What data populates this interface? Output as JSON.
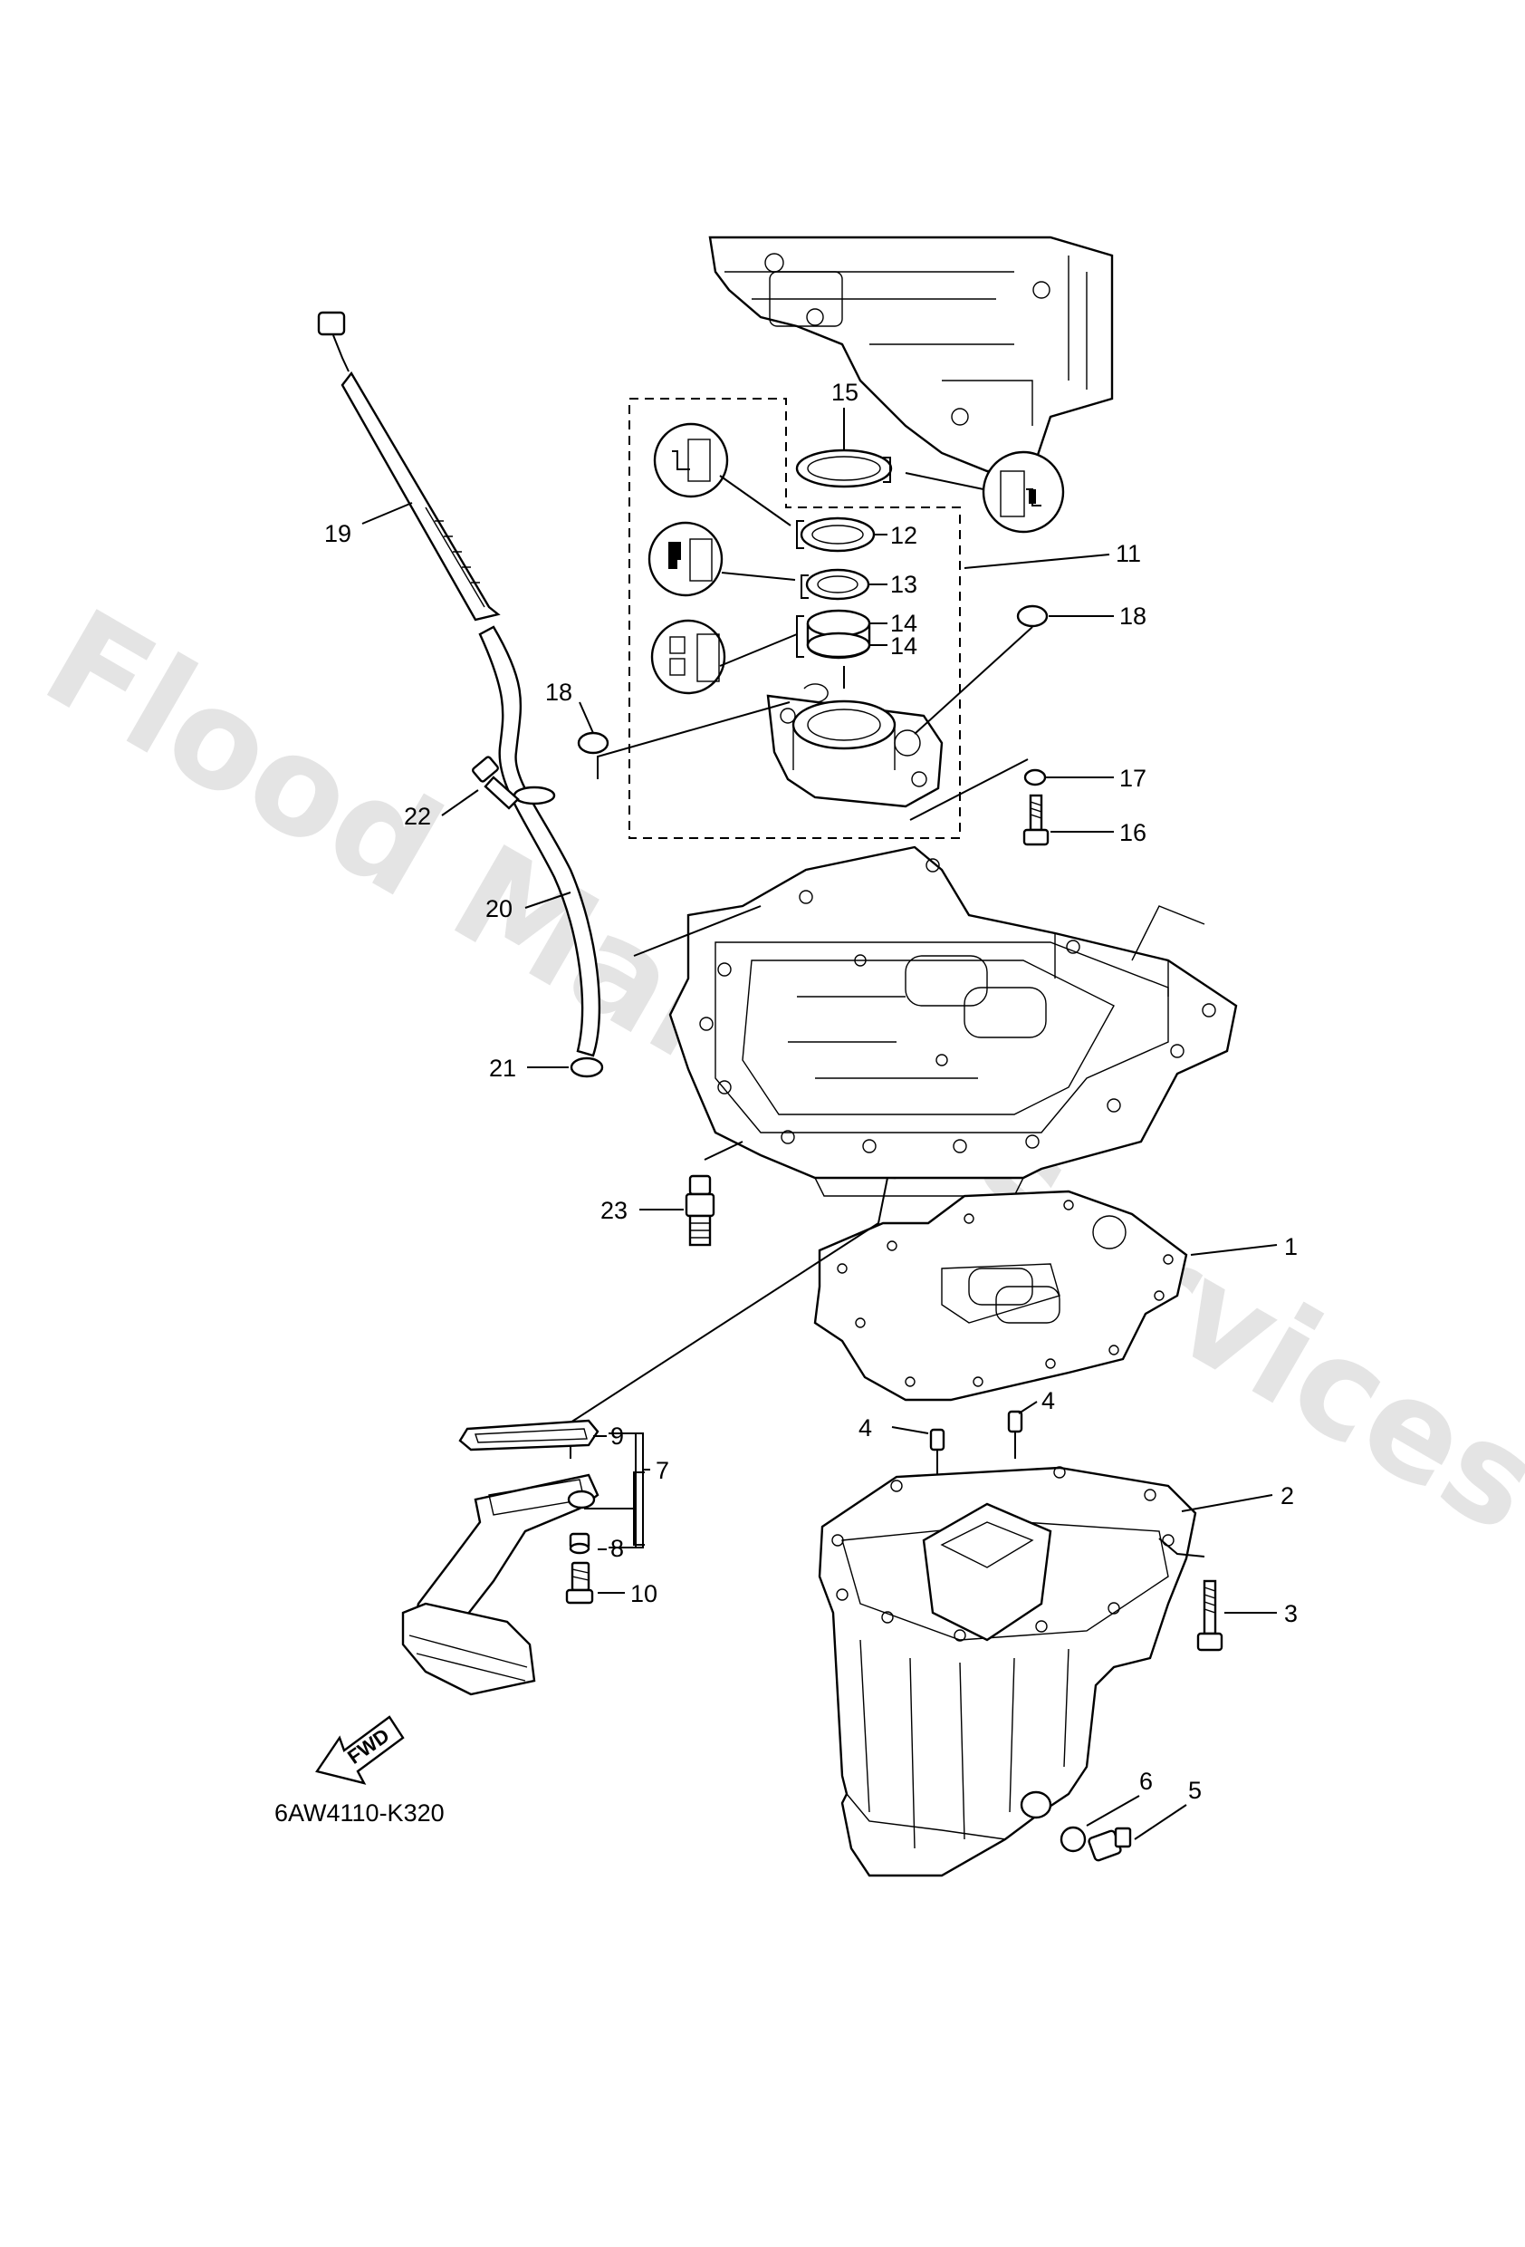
{
  "watermark": "Flood Marine Services",
  "diagram_code": "6AW4110-K320",
  "fwd_label": "FWD",
  "callouts": {
    "c1": "1",
    "c2": "2",
    "c3": "3",
    "c4a": "4",
    "c4b": "4",
    "c5": "5",
    "c6": "6",
    "c7": "7",
    "c8": "8",
    "c9": "9",
    "c10": "10",
    "c11": "11",
    "c12": "12",
    "c13": "13",
    "c14a": "14",
    "c14b": "14",
    "c15": "15",
    "c16": "16",
    "c17": "17",
    "c18a": "18",
    "c18b": "18",
    "c19": "19",
    "c20": "20",
    "c21": "21",
    "c22": "22",
    "c23": "23"
  }
}
